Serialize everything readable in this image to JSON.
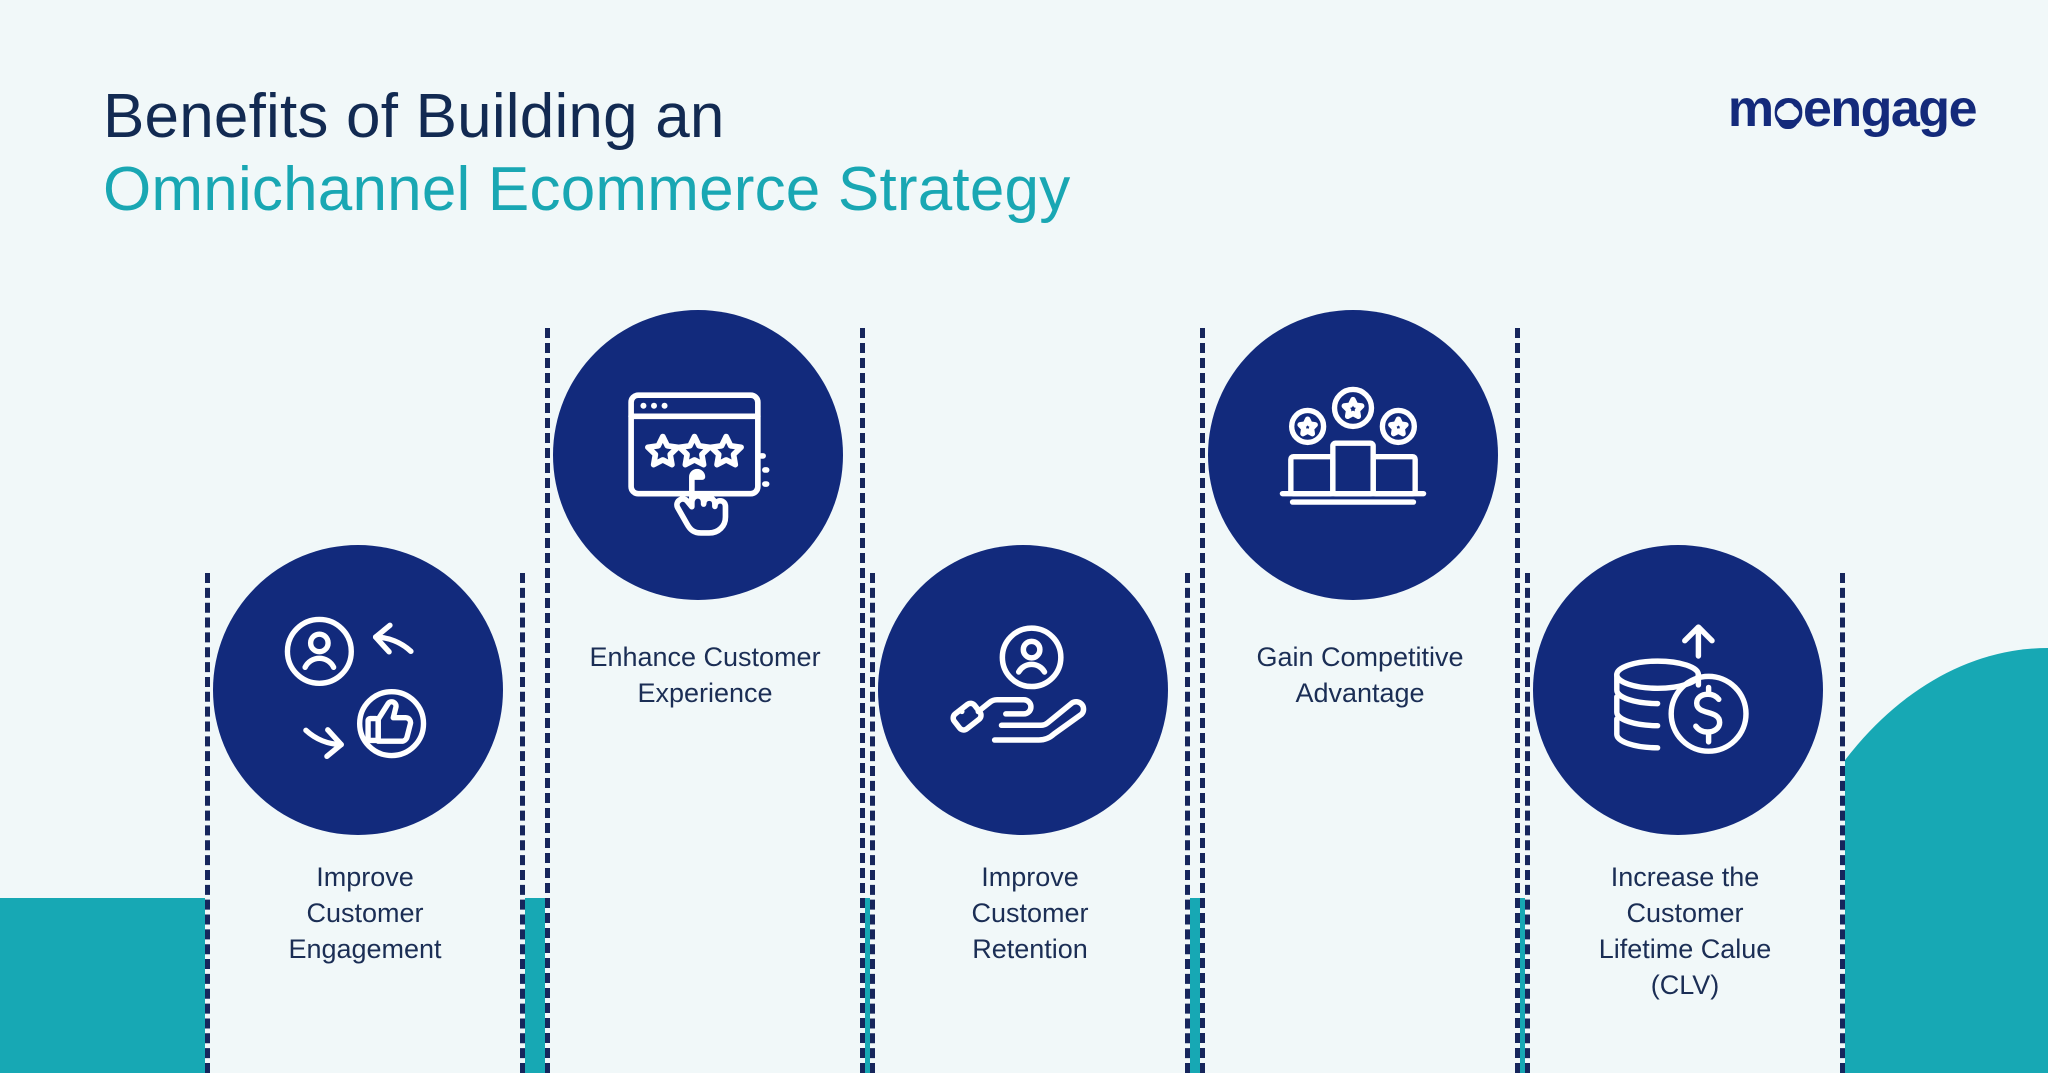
{
  "meta": {
    "background_color": "#f1f8f9",
    "navy": "#122a7c",
    "dark_navy": "#16265c",
    "teal": "#17a8b4",
    "text_navy": "#1b2e55"
  },
  "header": {
    "title_line1": "Benefits of Building an",
    "title_line2": "Omnichannel Ecommerce Strategy",
    "logo_text": "moengage",
    "logo_parts": {
      "pre": "m",
      "o": "o",
      "post": "engage"
    }
  },
  "benefits": [
    {
      "id": "improve-customer-engagement",
      "label": "Improve\nCustomer\nEngagement",
      "icon": "users-cycle-thumbsup-icon"
    },
    {
      "id": "enhance-customer-experience",
      "label": "Enhance Customer\nExperience",
      "icon": "browser-star-rating-click-icon"
    },
    {
      "id": "improve-customer-retention",
      "label": "Improve\nCustomer\nRetention",
      "icon": "hand-holding-customer-icon"
    },
    {
      "id": "gain-competitive-advantage",
      "label": "Gain Competitive\nAdvantage",
      "icon": "podium-medals-icon"
    },
    {
      "id": "increase-customer-lifetime-value",
      "label": "Increase the\nCustomer\nLifetime Calue\n(CLV)",
      "icon": "coins-stack-growth-icon"
    }
  ]
}
